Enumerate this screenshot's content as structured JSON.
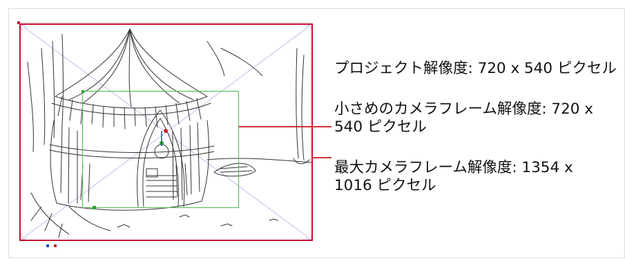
{
  "diagram": {
    "labels": {
      "project_resolution": "プロジェクト解像度: 720 x 540 ピクセル",
      "smaller_camera_frame": "小さめのカメラフレーム解像度: 720 x\n540 ピクセル",
      "max_camera_frame": "最大カメラフレーム解像度: 1354 x\n1016 ピクセル"
    },
    "colors": {
      "max_frame": "#c8102e",
      "small_frame": "#5bbf5b",
      "diagonal": "#c9c9ee",
      "sketch": "#333333",
      "callout": "#d01020",
      "marker_blue": "#2244cc",
      "marker_red": "#cc2222"
    },
    "illustration": "sketch-hut-drawing"
  }
}
